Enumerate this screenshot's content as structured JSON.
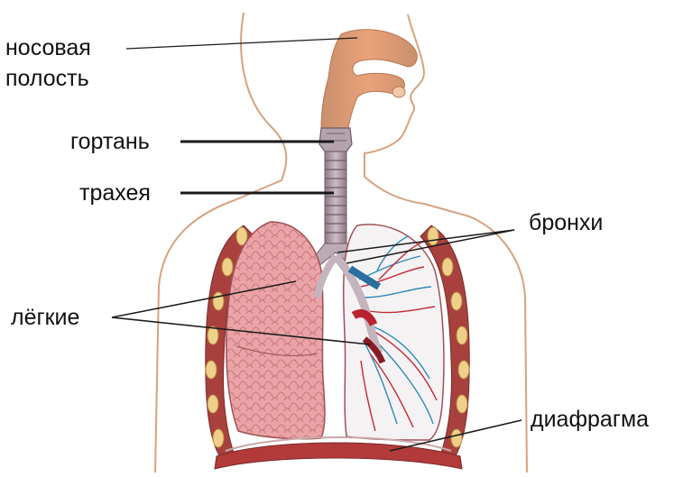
{
  "labels": {
    "nasal_cavity_line1": "носовая",
    "nasal_cavity_line2": "полость",
    "larynx": "гортань",
    "trachea": "трахея",
    "bronchi": "бронхи",
    "lungs": "лёгкие",
    "diaphragm": "диафрагма"
  },
  "colors": {
    "outline": "#d7a27e",
    "airway": "#e08a5a",
    "lung_left": "#e8a4a6",
    "lung_right": "#f4f1f3",
    "artery": "#c62a36",
    "vein": "#2c8bb4",
    "rib": "#e7c26a",
    "diaphragm": "#b33a3a",
    "pointer": "#1a1a1a"
  }
}
